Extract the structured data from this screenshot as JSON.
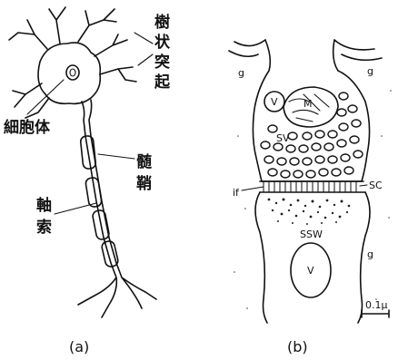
{
  "panel_a": {
    "caption": "(a)",
    "labels": {
      "dendrite_1": "樹",
      "dendrite_2": "状",
      "dendrite_3": "突",
      "dendrite_4": "起",
      "cell_body": "細胞体",
      "myelin_1": "髄",
      "myelin_2": "鞘",
      "axon_1": "軸",
      "axon_2": "索"
    }
  },
  "panel_b": {
    "caption": "(b)",
    "labels": {
      "g_top_left": "g",
      "g_top_right": "g",
      "g_bottom_right": "g",
      "vesicle_v_top": "V",
      "mitochondrion": "M",
      "synaptic_vesicle": "SV",
      "synaptic_cleft": "SC",
      "intercellular_filament": "if",
      "subsynaptic_web": "SSW",
      "vesicle_v_bottom": "V",
      "scale_bar": "0.1μ"
    }
  }
}
